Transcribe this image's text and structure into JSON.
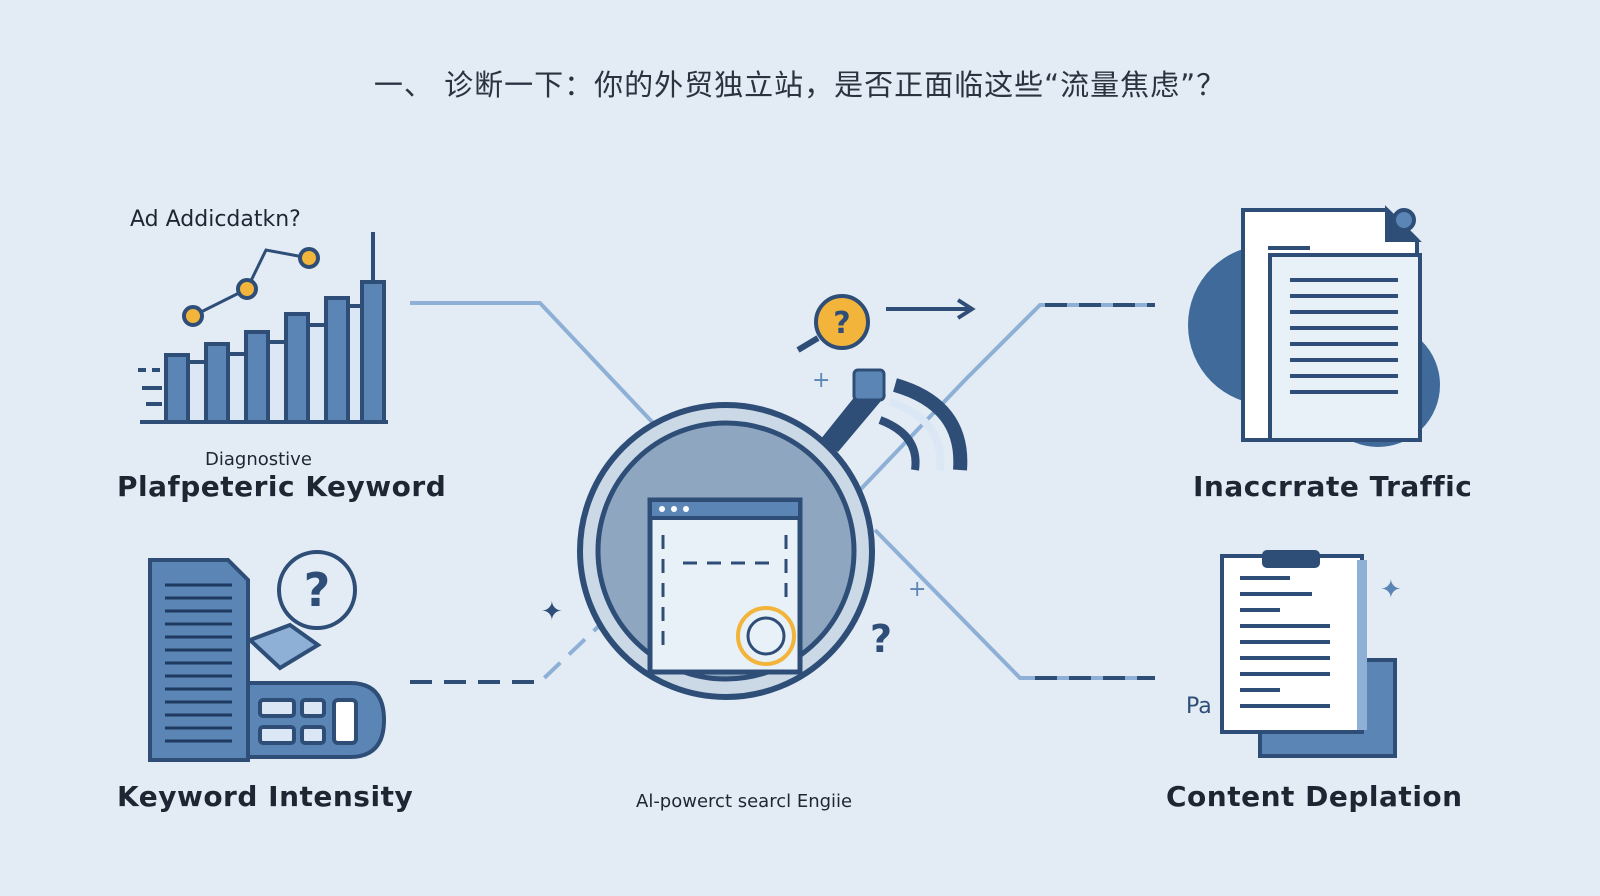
{
  "title": "一、 诊断一下：你的外贸独立站，是否正面临这些“流量焦虑”？",
  "nodes": {
    "top_left": {
      "caption": "Ad Addicdatkn?",
      "sub_label": "Diagnostive",
      "label": "Plafpeteric Keyword"
    },
    "bottom_left": {
      "label": "Keyword Intensity"
    },
    "center": {
      "label": "Al-powerct searcl Engiie"
    },
    "top_right": {
      "label": "Inaccrrate Traffic"
    },
    "bottom_right": {
      "label": "Content Deplation",
      "side_glyph": "Pa"
    }
  },
  "icons": {
    "top_left": "bar-chart-icon",
    "bottom_left": "keyboard-document-question-icon",
    "center": "magnifier-browser-icon",
    "top_right": "document-gear-icon",
    "bottom_right": "clipboard-document-icon"
  },
  "colors": {
    "background": "#e3ecf5",
    "primary": "#2e4e78",
    "secondary": "#5b85b5",
    "accent": "#f2b43a",
    "connector": "#8fb0d6"
  }
}
